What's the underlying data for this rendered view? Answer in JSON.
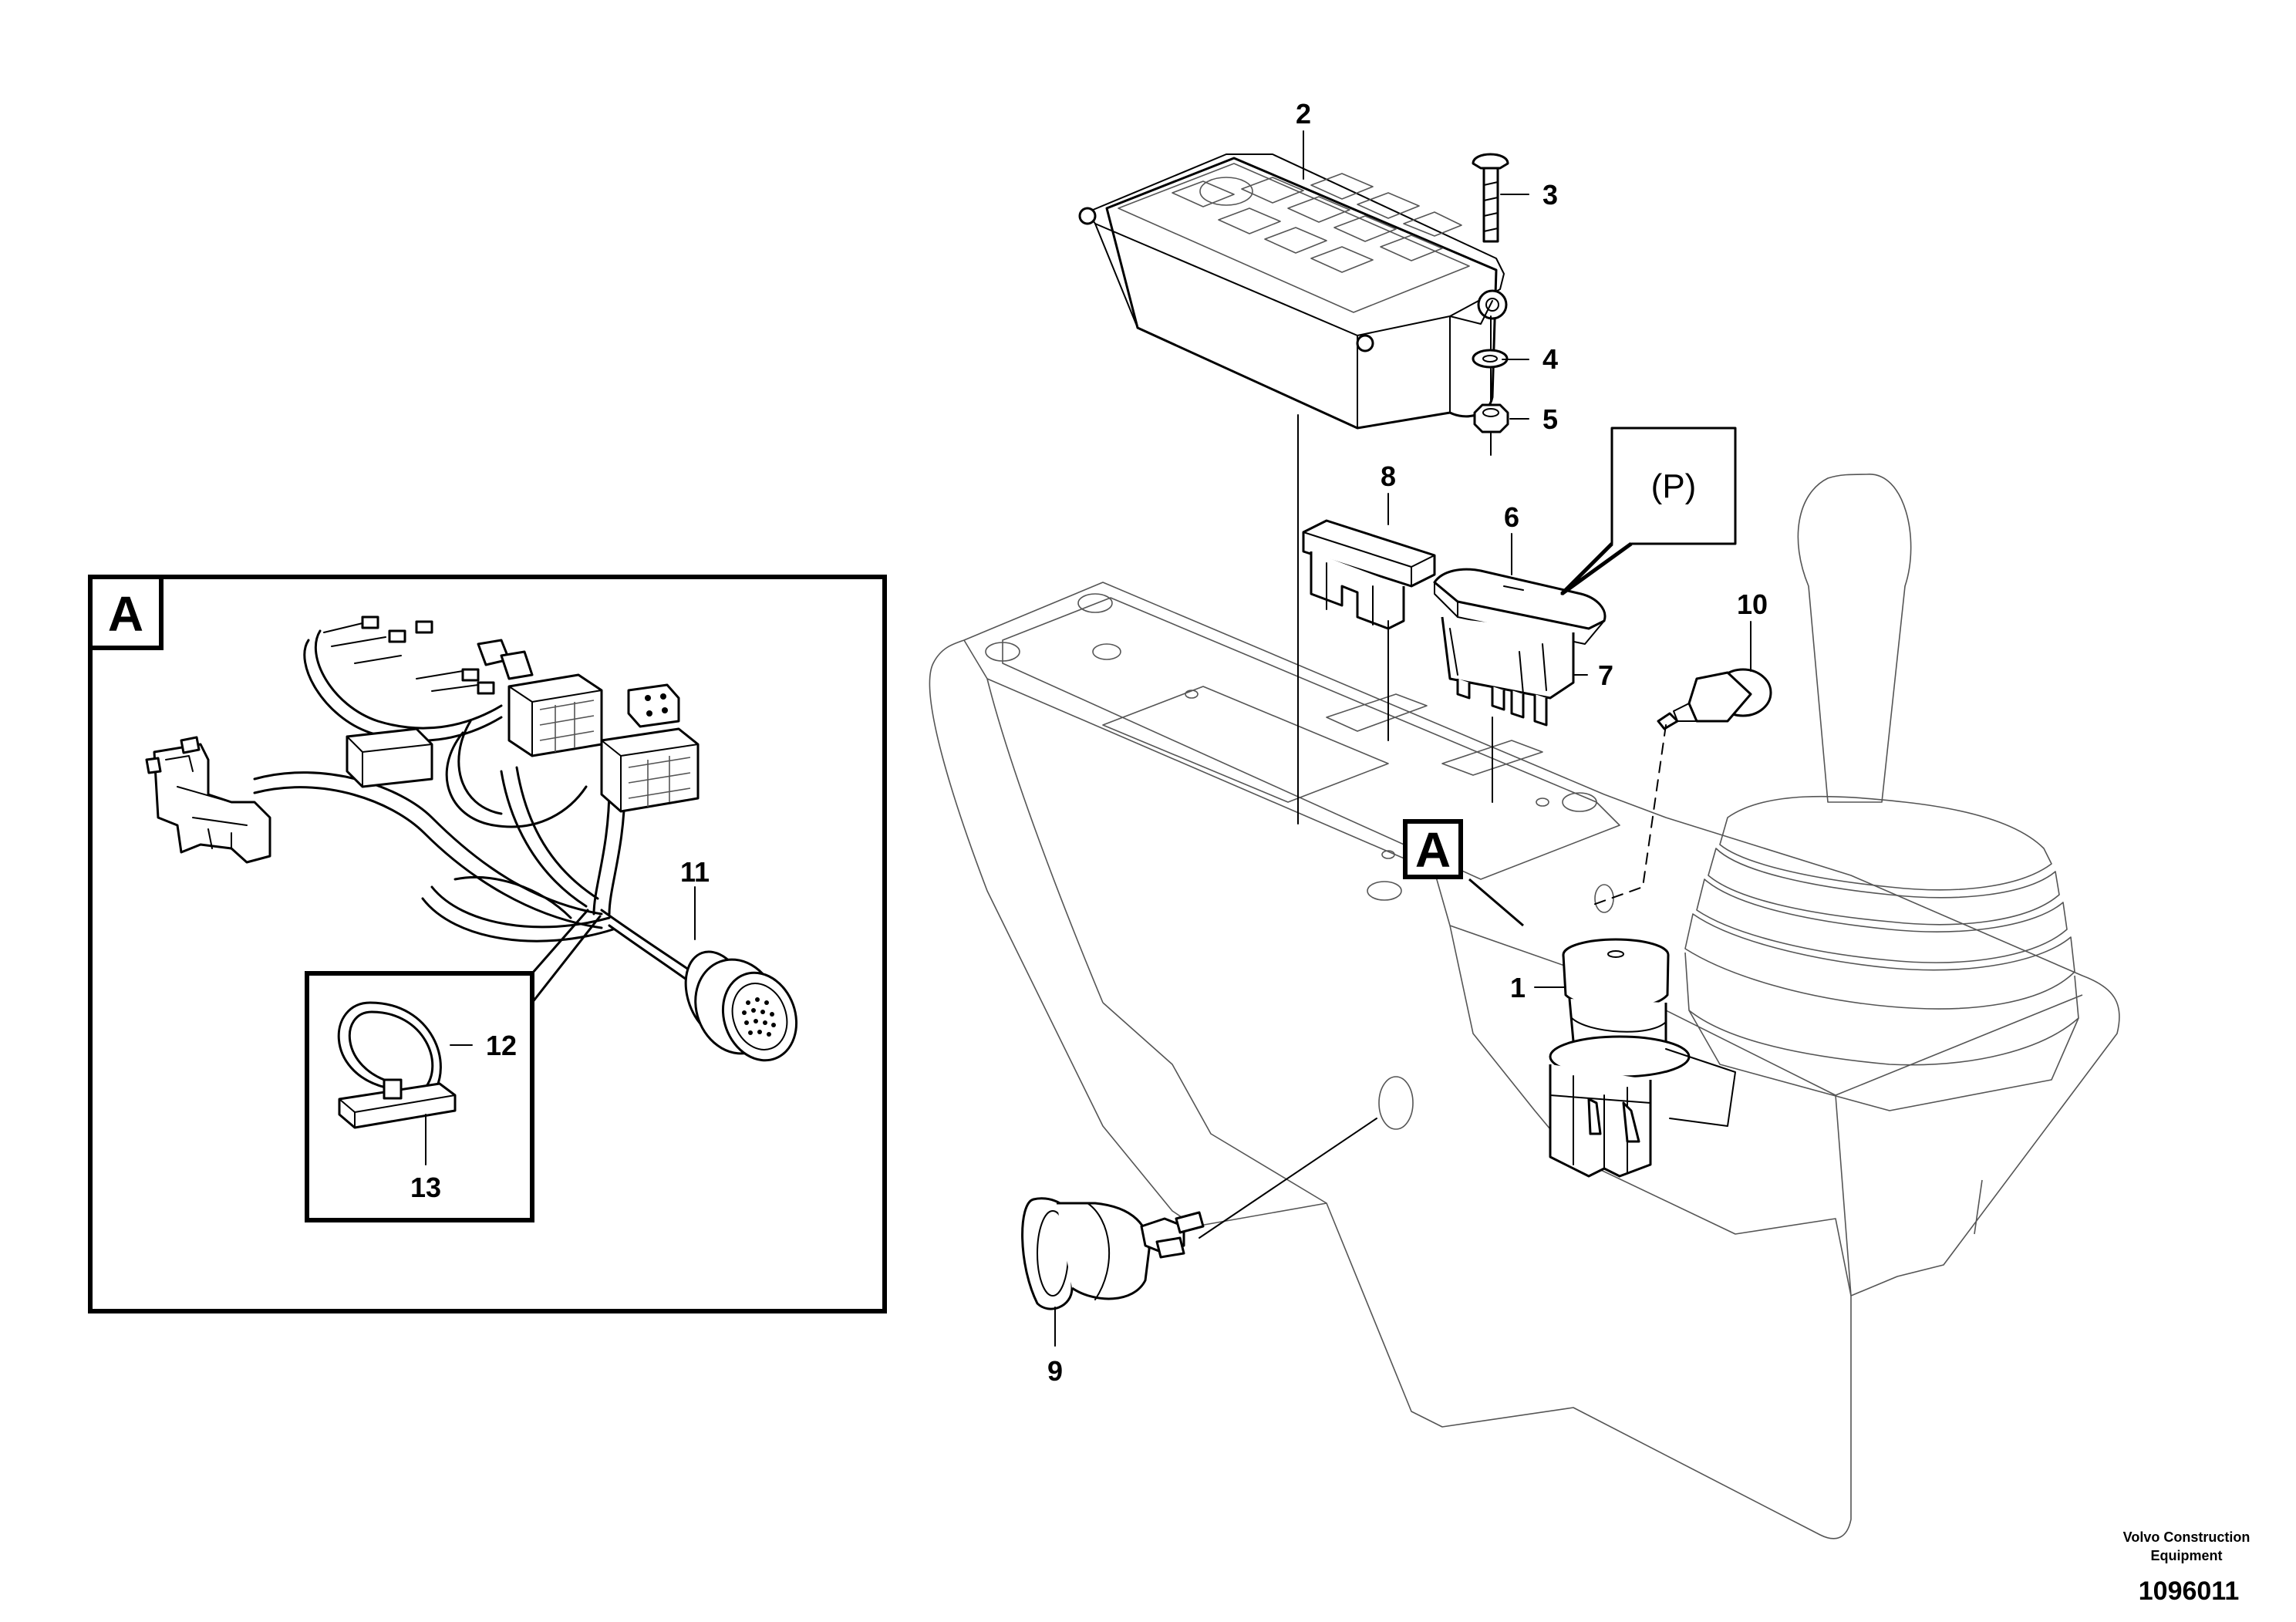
{
  "callouts": {
    "c1": "1",
    "c2": "2",
    "c3": "3",
    "c4": "4",
    "c5": "5",
    "c6": "6",
    "c7": "7",
    "c8": "8",
    "c9": "9",
    "c10": "10",
    "c11": "11",
    "c12": "12",
    "c13": "13"
  },
  "detail_view": {
    "letter": "A"
  },
  "main_view": {
    "detail_marker": "A"
  },
  "symbol": {
    "parking": "(P)"
  },
  "footer": {
    "company_line1": "Volvo Construction",
    "company_line2": "Equipment",
    "doc_number": "1096011"
  }
}
